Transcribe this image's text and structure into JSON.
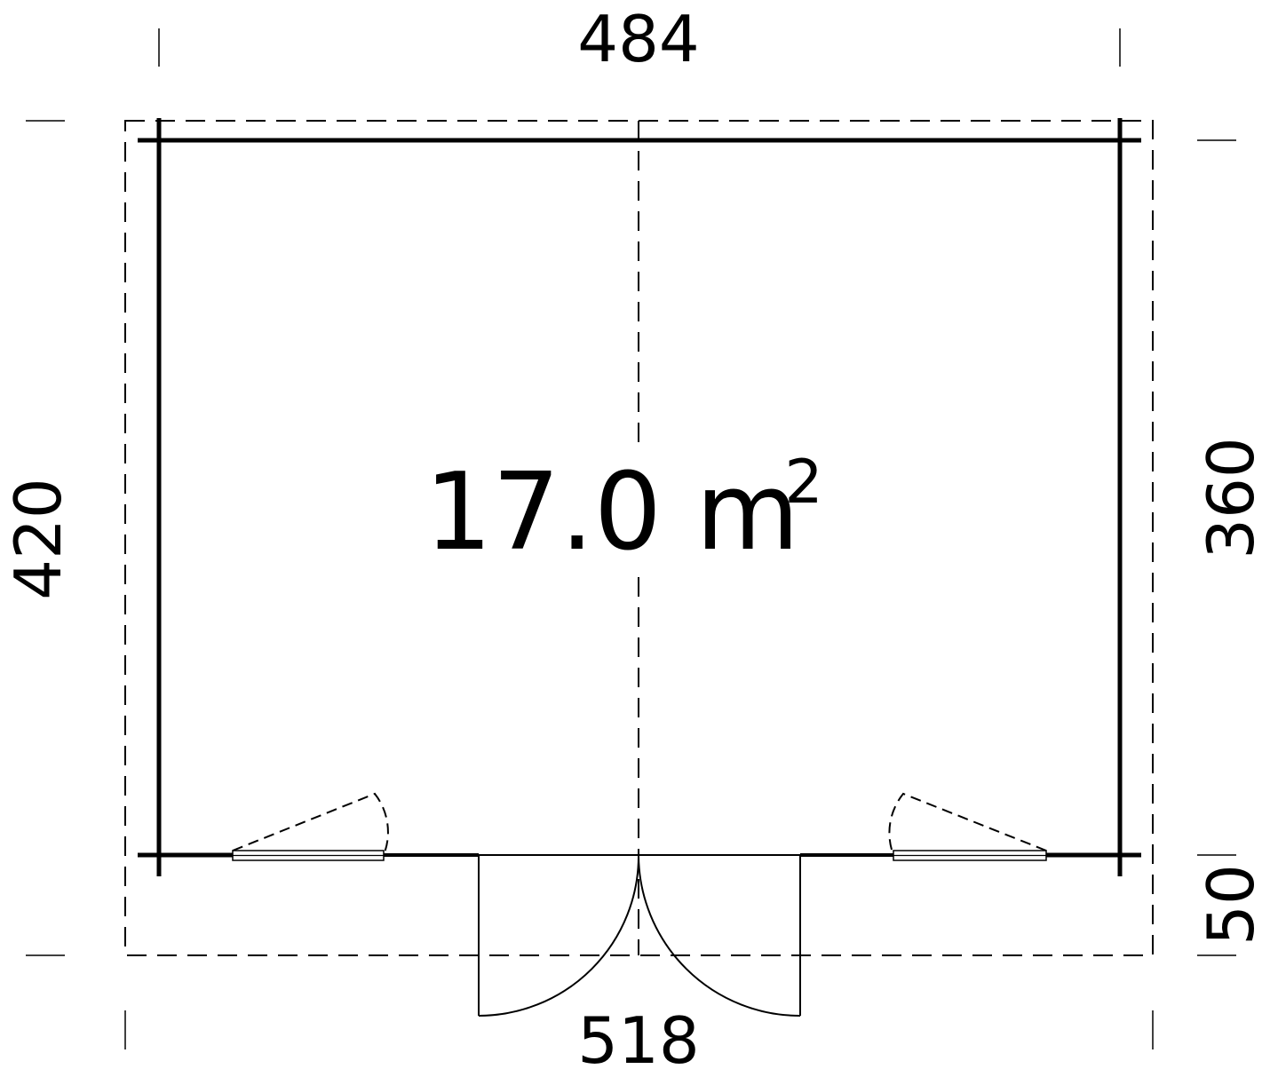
{
  "diagram": {
    "top_dimension": "484",
    "bottom_dimension": "518",
    "left_dimension": "420",
    "right_dimension": "360",
    "right_lower_dimension": "50",
    "area_value": "17.0 m",
    "area_superscript": "2"
  }
}
